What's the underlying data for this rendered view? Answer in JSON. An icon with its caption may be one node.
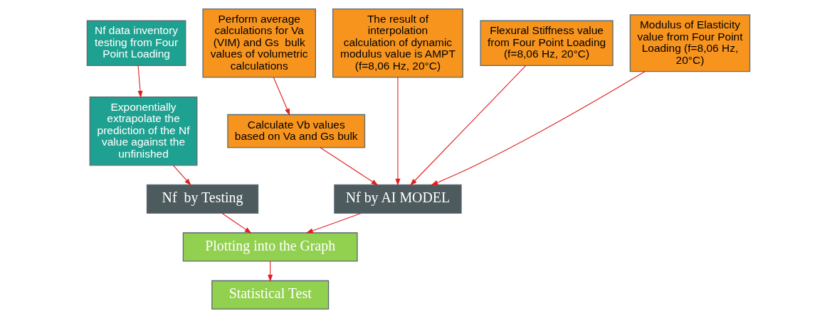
{
  "diagram": {
    "nodes": [
      {
        "text": [
          "Nf data inventory testing from Four Point Loading"
        ]
      },
      {
        "text": [
          "Exponentially extrapolate the prediction of the Nf value against the unfinished"
        ]
      },
      {
        "text": [
          "Nf  by Testing"
        ]
      },
      {
        "text": [
          "Perform average calculations for Va (VIM) and Gs  bulk values of volumetric calculations"
        ]
      },
      {
        "text": [
          "Calculate Vb values based on Va and Gs bulk"
        ]
      },
      {
        "text": [
          "The result of interpolation calculation of dynamic modulus value is AMPT (f=8,06 Hz, 20°C)"
        ]
      },
      {
        "text": [
          "Flexural Stiffness value  from Four Point Loading (f=8,06 Hz, 20°C)"
        ]
      },
      {
        "text": [
          "Modulus of Elasticity value from Four Point Loading (f=8,06 Hz, 20°C)"
        ]
      },
      {
        "text": [
          "Nf by AI MODEL"
        ]
      },
      {
        "text": [
          "Plotting into the Graph"
        ]
      },
      {
        "text": [
          "Statistical Test"
        ]
      }
    ],
    "edges": [
      {
        "from": 0,
        "to": 1,
        "arrow": "to"
      },
      {
        "from": 1,
        "to": 2,
        "arrow": "to"
      },
      {
        "from": 3,
        "to": 4,
        "arrow": "to"
      },
      {
        "from": 4,
        "to": 8,
        "arrow": "to"
      },
      {
        "from": 5,
        "to": 8,
        "arrow": "to"
      },
      {
        "from": 6,
        "to": 8,
        "arrow": "to"
      },
      {
        "from": 7,
        "to": 8,
        "arrow": "to"
      },
      {
        "from": 2,
        "to": 9,
        "arrow": "to"
      },
      {
        "from": 8,
        "to": 9,
        "arrow": "to"
      },
      {
        "from": 9,
        "to": 10,
        "arrow": "to"
      }
    ]
  }
}
